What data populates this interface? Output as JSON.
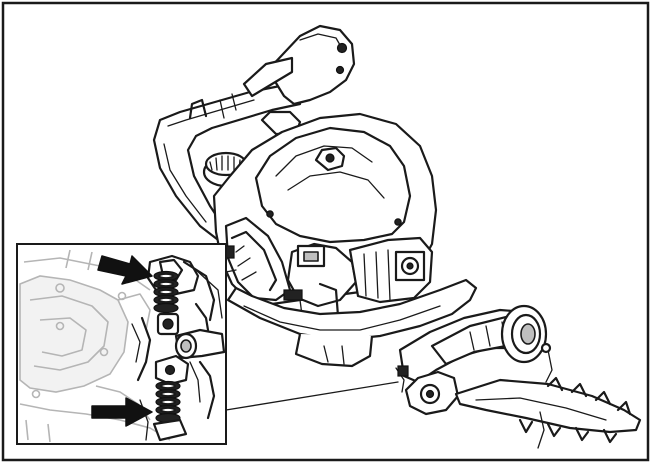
{
  "figure": {
    "subject": "hedge-trimmer-engine",
    "inset": "spring-detail",
    "callouts": [
      {
        "id": "upper-spring",
        "icon": "arrow-right-icon"
      },
      {
        "id": "lower-spring",
        "icon": "arrow-right-icon"
      }
    ],
    "colors": {
      "line": "#1a1a1a",
      "shade": "#bfbfbf",
      "faint": "#b5b5b5",
      "background": "#ffffff"
    }
  }
}
